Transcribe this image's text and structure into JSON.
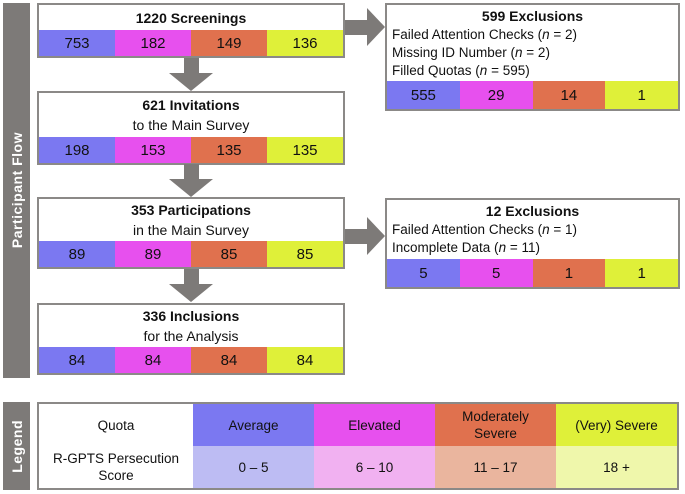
{
  "sidebar": {
    "flow_label": "Participant Flow",
    "legend_label": "Legend"
  },
  "colors": {
    "bright": [
      "#7b78f1",
      "#e750ee",
      "#e0714e",
      "#dff039"
    ],
    "light": [
      "#bdbcf3",
      "#f1b1f1",
      "#eab59e",
      "#eff7ab"
    ],
    "gray": "#7d7a78",
    "box_border": "#8b8987"
  },
  "flow": {
    "boxes": [
      {
        "title": "1220 Screenings",
        "subtitle": "",
        "values": [
          "753",
          "182",
          "149",
          "136"
        ]
      },
      {
        "title": "621 Invitations",
        "subtitle": "to the Main Survey",
        "values": [
          "198",
          "153",
          "135",
          "135"
        ]
      },
      {
        "title": "353 Participations",
        "subtitle": "in the Main Survey",
        "values": [
          "89",
          "89",
          "85",
          "85"
        ]
      },
      {
        "title": "336 Inclusions",
        "subtitle": "for the Analysis",
        "values": [
          "84",
          "84",
          "84",
          "84"
        ]
      }
    ],
    "exclusions": [
      {
        "title": "599 Exclusions",
        "lines": [
          {
            "pre": "Failed Attention Checks (",
            "nvar": "n",
            "post": " = 2)"
          },
          {
            "pre": "Missing ID Number (",
            "nvar": "n",
            "post": " = 2)"
          },
          {
            "pre": "Filled Quotas (",
            "nvar": "n",
            "post": " = 595)"
          }
        ],
        "values": [
          "555",
          "29",
          "14",
          "1"
        ]
      },
      {
        "title": "12 Exclusions",
        "lines": [
          {
            "pre": "Failed Attention Checks (",
            "nvar": "n",
            "post": " = 1)"
          },
          {
            "pre": "Incomplete Data (",
            "nvar": "n",
            "post": " = 11)"
          }
        ],
        "values": [
          "5",
          "5",
          "1",
          "1"
        ]
      }
    ]
  },
  "legend": {
    "row1_label": "Quota",
    "row1_cells": [
      "Average",
      "Elevated",
      "Moderately Severe",
      "(Very) Severe"
    ],
    "row2_label": "R-GPTS Persecution Score",
    "row2_cells": [
      "0 – 5",
      "6 – 10",
      "11 – 17",
      "18 +"
    ]
  }
}
